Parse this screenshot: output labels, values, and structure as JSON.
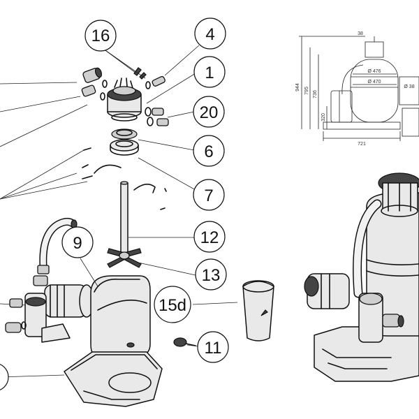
{
  "callouts": {
    "c16": "16",
    "c4": "4",
    "c1": "1",
    "c20": "20",
    "c6": "6",
    "c7": "7",
    "c12": "12",
    "c9": "9",
    "c13": "13",
    "c15d": "15d",
    "c11": "11"
  },
  "dimensions": {
    "total_height": "944",
    "h795": "795",
    "h736": "736",
    "h320": "320",
    "top_offset": "38",
    "dia_outer": "Ø 476",
    "dia_inner": "Ø 470",
    "width": "721",
    "side_dia": "Ø 38"
  }
}
